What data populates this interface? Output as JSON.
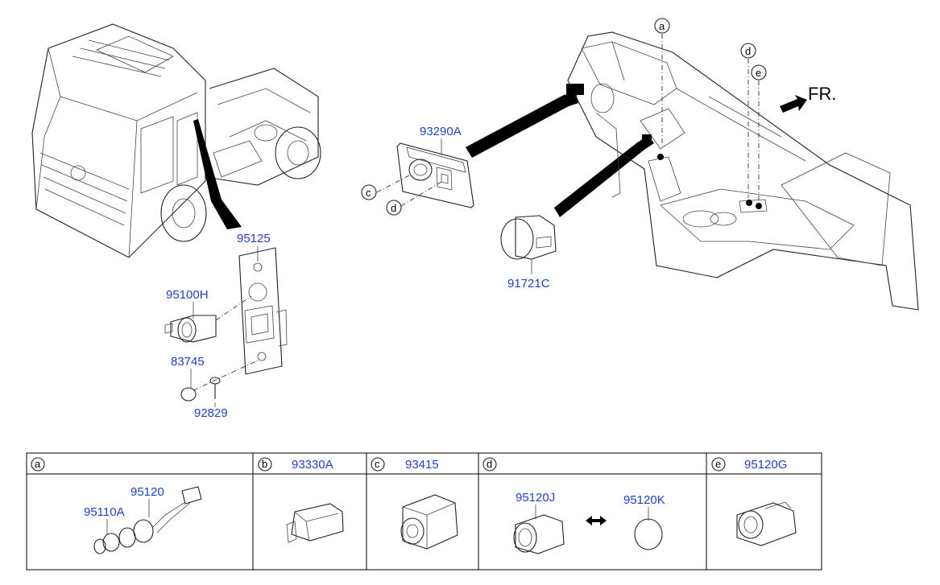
{
  "diagram": {
    "direction_label": "FR.",
    "callouts": [
      "a",
      "c",
      "d",
      "d",
      "e"
    ],
    "upper_parts": {
      "bezel_panel": "93290A",
      "mount_plate": "95125",
      "cigar_lighter_socket": "95100H",
      "cap": "83745",
      "screw": "92829",
      "round_switch": "91721C"
    },
    "table": {
      "cells": [
        {
          "letter": "a",
          "header_part": "",
          "parts": [
            "95120",
            "95110A"
          ]
        },
        {
          "letter": "b",
          "header_part": "93330A",
          "parts": []
        },
        {
          "letter": "c",
          "header_part": "93415",
          "parts": []
        },
        {
          "letter": "d",
          "header_part": "",
          "parts": [
            "95120J",
            "95120K"
          ]
        },
        {
          "letter": "e",
          "header_part": "95120G",
          "parts": []
        }
      ]
    }
  }
}
